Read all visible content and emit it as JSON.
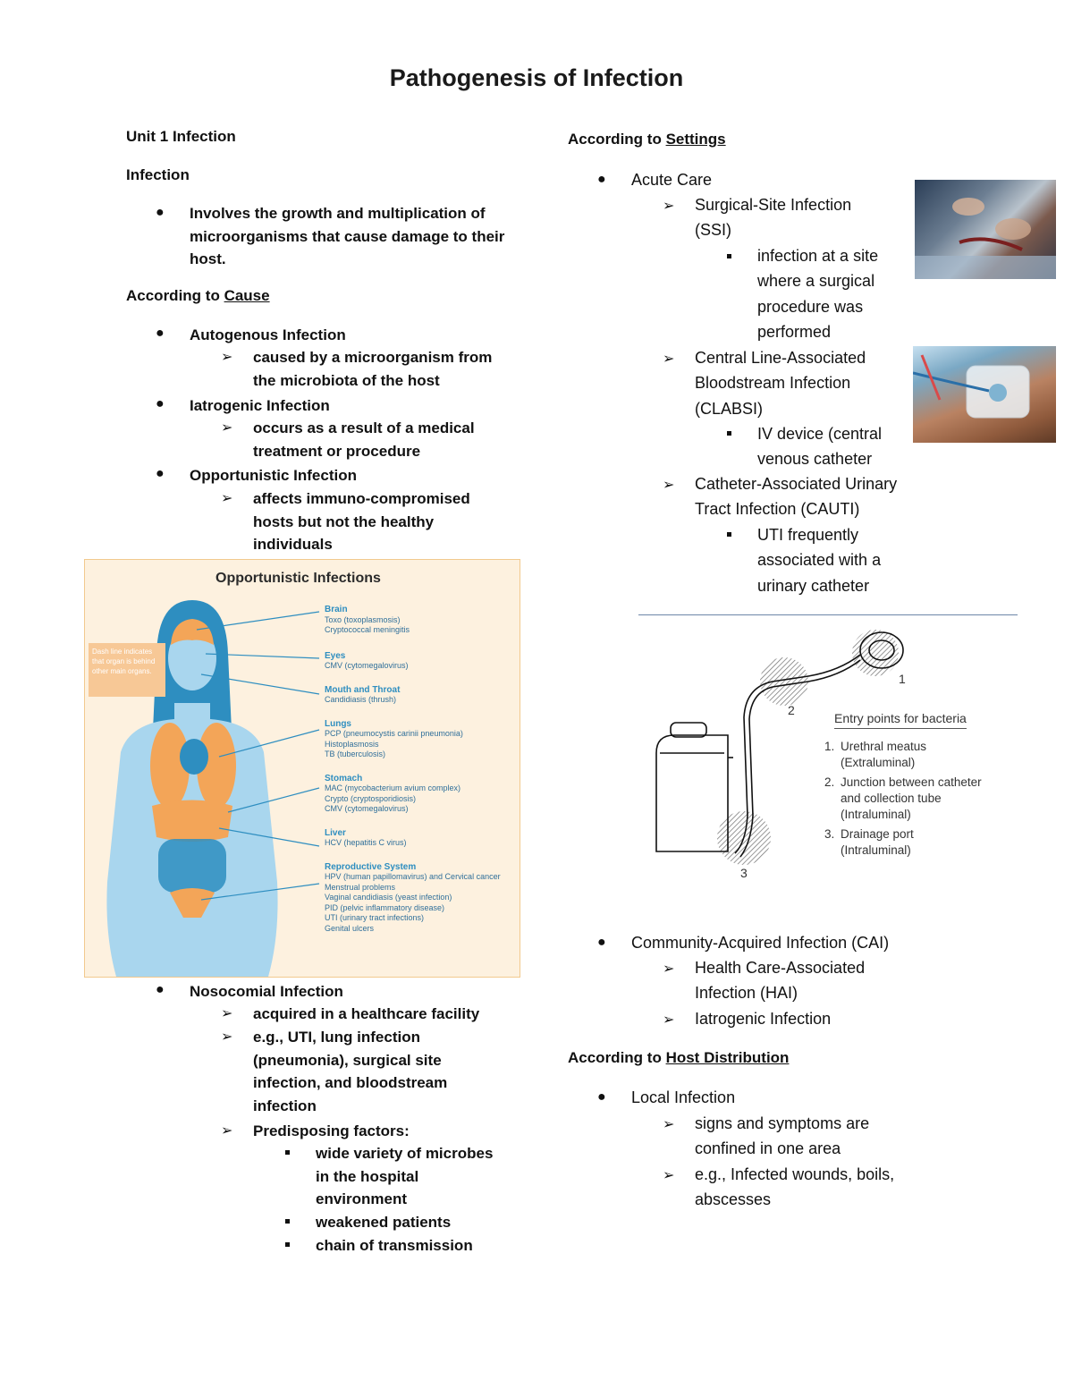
{
  "title": "Pathogenesis of Infection",
  "left": {
    "unit": "Unit 1 Infection",
    "infection_heading": "Infection",
    "infection_def": [
      "Involves the growth and multiplication of",
      "microorganisms that cause damage to their",
      "host."
    ],
    "cause_prefix": "According to ",
    "cause_word": "Cause",
    "autogenous": "Autogenous Infection",
    "autogenous_desc": [
      "caused by a microorganism from",
      "the microbiota of the host"
    ],
    "iatrogenic": "Iatrogenic Infection",
    "iatrogenic_desc": [
      "occurs as a result of a medical",
      "treatment or procedure"
    ],
    "opportunistic": "Opportunistic Infection",
    "opportunistic_desc": [
      "affects immuno-compromised",
      "hosts but not the healthy",
      "individuals"
    ],
    "nosocomial": "Nosocomial Infection",
    "nosocomial_items": [
      "acquired in a healthcare facility"
    ],
    "nosocomial_eg": [
      "e.g., UTI, lung infection",
      "(pneumonia), surgical site",
      "infection, and bloodstream",
      "infection"
    ],
    "predisposing": "Predisposing factors:",
    "factors": [
      [
        "wide variety of microbes",
        "in the hospital",
        "environment"
      ],
      [
        "weakened patients"
      ],
      [
        "chain of transmission"
      ]
    ]
  },
  "figure_opportunistic": {
    "title": "Opportunistic Infections",
    "note": [
      "Dash line indicates",
      "that organ is behind",
      "other main organs."
    ],
    "organs": [
      {
        "name": "Brain",
        "items": [
          "Toxo (toxoplasmosis)",
          "Cryptococcal meningitis"
        ]
      },
      {
        "name": "Eyes",
        "items": [
          "CMV (cytomegalovirus)"
        ]
      },
      {
        "name": "Mouth and Throat",
        "items": [
          "Candidiasis (thrush)"
        ]
      },
      {
        "name": "Lungs",
        "items": [
          "PCP (pneumocystis carinii pneumonia)",
          "Histoplasmosis",
          "TB (tuberculosis)"
        ]
      },
      {
        "name": "Stomach",
        "items": [
          "MAC (mycobacterium avium complex)",
          "Crypto (cryptosporidiosis)",
          "CMV (cytomegalovirus)"
        ]
      },
      {
        "name": "Liver",
        "items": [
          "HCV (hepatitis C virus)"
        ]
      },
      {
        "name": "Reproductive System",
        "items": [
          "HPV (human papillomavirus) and Cervical cancer",
          "Menstrual problems",
          "Vaginal candidiasis (yeast infection)",
          "PID (pelvic inflammatory disease)",
          "UTI (urinary tract infections)",
          "Genital ulcers"
        ]
      }
    ]
  },
  "right": {
    "settings_prefix": "According to ",
    "settings_word": "Settings",
    "acute": "Acute Care",
    "ssi": [
      "Surgical-Site Infection",
      "(SSI)"
    ],
    "ssi_desc": [
      "infection at a site",
      "where a surgical",
      "procedure was",
      "performed"
    ],
    "clabsi": [
      "Central Line-Associated",
      "Bloodstream Infection",
      "(CLABSI)"
    ],
    "clabsi_desc": [
      "IV device (central",
      "venous catheter"
    ],
    "cauti": [
      "Catheter-Associated Urinary",
      "Tract Infection (CAUTI)"
    ],
    "cauti_desc": [
      "UTI frequently",
      "associated with a",
      "urinary catheter"
    ],
    "cai": "Community-Acquired Infection (CAI)",
    "hai": [
      "Health Care-Associated",
      "Infection (HAI)"
    ],
    "iatro": "Iatrogenic Infection",
    "host_prefix": "According to ",
    "host_word": "Host Distribution",
    "local": "Local Infection",
    "local_desc": [
      "signs and symptoms are",
      "confined in one area"
    ],
    "local_eg": [
      "e.g., Infected wounds, boils,",
      "abscesses"
    ]
  },
  "figure_catheter": {
    "heading": "Entry points for bacteria",
    "points": [
      [
        "1.",
        "Urethral meatus",
        "(Extraluminal)"
      ],
      [
        "2.",
        "Junction between catheter",
        "and collection tube",
        "(Intraluminal)"
      ],
      [
        "3.",
        "Drainage port",
        "(Intraluminal)"
      ]
    ],
    "labels": [
      "1",
      "2",
      "3"
    ]
  }
}
